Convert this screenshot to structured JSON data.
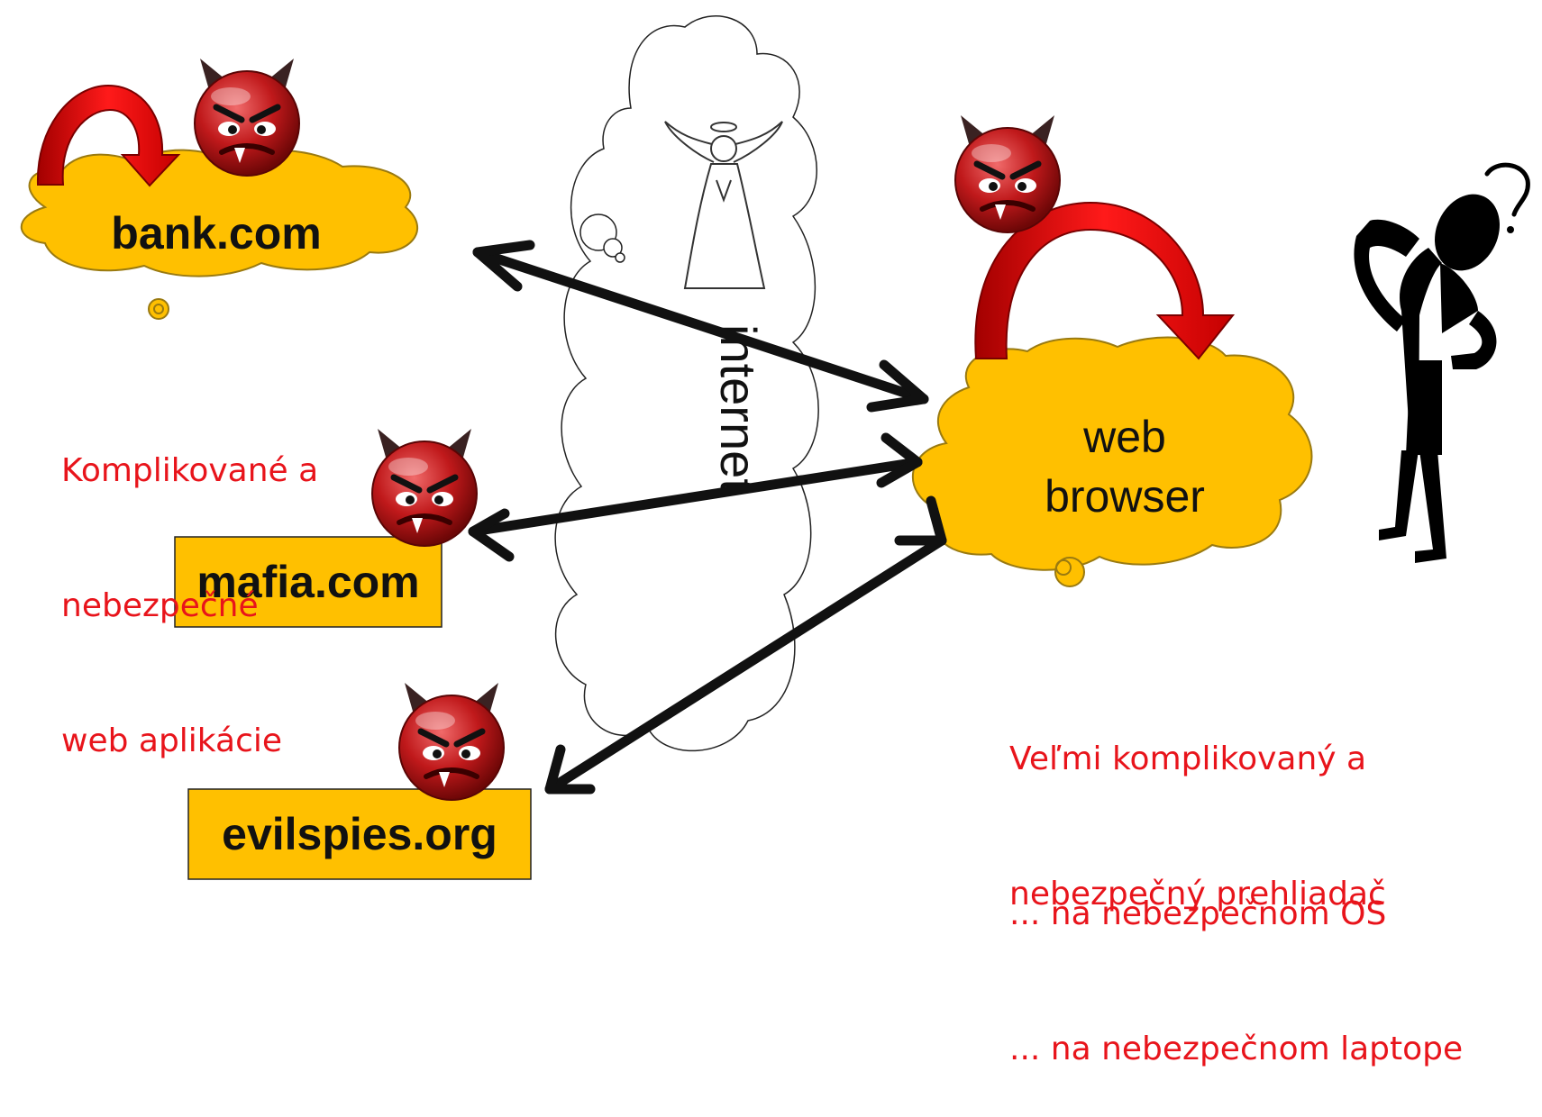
{
  "nodes": {
    "bank": "bank.com",
    "mafia": "mafia.com",
    "evilspies": "evilspies.org",
    "browser_line1": "web",
    "browser_line2": "browser"
  },
  "network_label": "internet",
  "notes": {
    "apps": [
      "Komplikované a",
      "nebezpečné",
      "web aplikácie"
    ],
    "browser": [
      "Veľmi komplikovaný a",
      "nebezpečný prehliadač"
    ],
    "platform": [
      "... na nebezpečnom OS",
      "... na nebezpečnom laptope"
    ]
  },
  "colors": {
    "note_red": "#e8141b",
    "cloud_yellow": "#ffc000",
    "arrow_red": "#e00000",
    "arrow_black": "#111111"
  },
  "icons": [
    "devil-face-icon",
    "angel-icon",
    "confused-person-icon"
  ]
}
